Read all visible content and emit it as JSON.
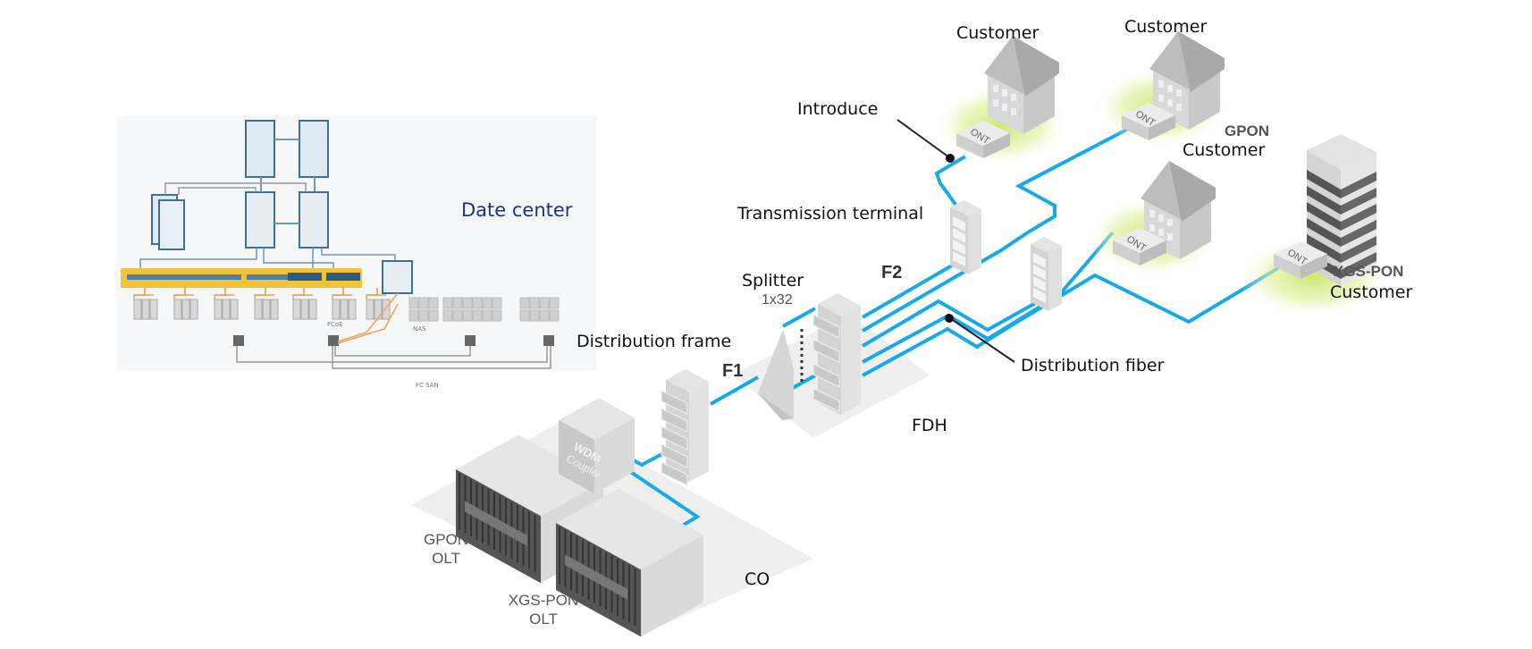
{
  "diagram": {
    "title": "PON access network with data center",
    "colors": {
      "fiber": "#17a9e8",
      "data_center_label": "#1e2f8f",
      "equipment": "#d4d4d4",
      "customer_glow": "#c9e86a",
      "dc_highlight": "#f2c23a",
      "dc_link": "#7aa7c4",
      "dc_orange_link": "#f0a050"
    },
    "data_center": {
      "label": "Date center",
      "sublabels": [
        "FCoE",
        "NAS",
        "FC SAN"
      ]
    },
    "central_office": {
      "label": "CO",
      "gpon_olt": [
        "GPON",
        "OLT"
      ],
      "xgs_pon_olt": [
        "XGS-PON",
        "OLT"
      ],
      "wdm": [
        "WDM",
        "Coupler"
      ]
    },
    "distribution_frame": {
      "label": "Distribution frame"
    },
    "feeder": {
      "f1": "F1",
      "f2": "F2"
    },
    "splitter": {
      "label": "Splitter",
      "ratio": "1x32"
    },
    "fdh": {
      "label": "FDH"
    },
    "transmission_terminal": {
      "label": "Transmission terminal"
    },
    "introduce": {
      "label": "Introduce"
    },
    "distribution_fiber": {
      "label": "Distribution fiber"
    },
    "ont_label": "ONT",
    "customers": [
      {
        "label": "Customer",
        "type": "house"
      },
      {
        "label": "Customer",
        "type": "house"
      },
      {
        "label": "Customer",
        "type": "house",
        "tag": "GPON"
      },
      {
        "label": "Customer",
        "type": "building",
        "tag": "XGS-PON"
      }
    ]
  }
}
